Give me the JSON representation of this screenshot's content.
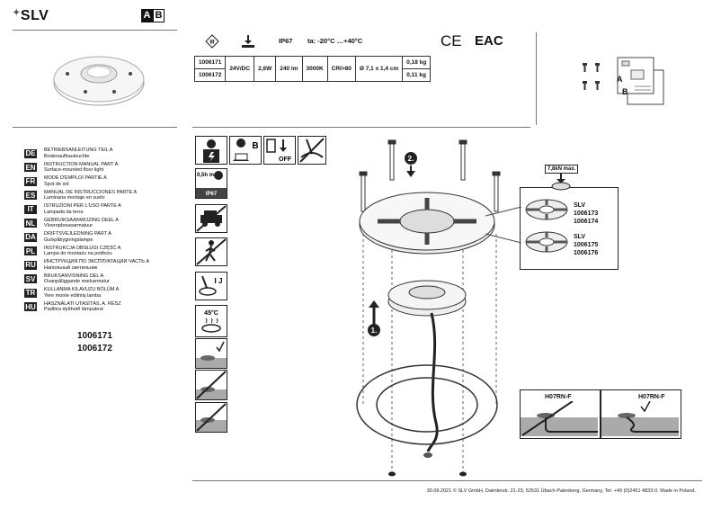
{
  "brand": {
    "name": "SLV",
    "part_a": "A",
    "part_b": "B"
  },
  "header": {
    "ip": "IP67",
    "ta": "ta: -20°C …+40°C",
    "ce": "CE",
    "eac": "EAC",
    "class_mark": "III"
  },
  "spec_table": {
    "rows": [
      {
        "code": "1006171",
        "weight": "0,18 kg"
      },
      {
        "code": "1006172",
        "weight": "0,11 kg"
      }
    ],
    "voltage": "24V/DC",
    "power": "2,6W",
    "flux": "240 lm",
    "cct": "3000K",
    "cri": "CRI>80",
    "dims": "Ø 7,1 x 1,4 cm"
  },
  "manual_ref": {
    "a": "A",
    "b": "B"
  },
  "languages": [
    {
      "code": "DE",
      "l1": "BETRIEBSANLEITUNG TEIL A",
      "l2": "Bodenaufbauleuchte"
    },
    {
      "code": "EN",
      "l1": "INSTRUCTION MANUAL PART A",
      "l2": "Surface-mounted floor light"
    },
    {
      "code": "FR",
      "l1": "MODE D'EMPLOI PARTIE A",
      "l2": "Spot de sol"
    },
    {
      "code": "ES",
      "l1": "MANUAL DE INSTRUCCIONES PARTE A",
      "l2": "Luminaria montaje en suelo"
    },
    {
      "code": "IT",
      "l1": "ISTRUZIONI PER L'USO PARTE A",
      "l2": "Lampada da terra"
    },
    {
      "code": "NL",
      "l1": "GEBRUIKSAANWIJZING DEEL A",
      "l2": "Vloeropbouwarmatuur"
    },
    {
      "code": "DA",
      "l1": "DRIFTSVEJLEDNING PART A",
      "l2": "Gulvpåbygningslampe"
    },
    {
      "code": "PL",
      "l1": "INSTRUKCJA OBSŁUGI CZĘŚĆ A",
      "l2": "Lampa do montażu na podłożu"
    },
    {
      "code": "RU",
      "l1": "ИНСТРУКЦИЯ ПО ЭКСПЛУАТАЦИИ ЧАСТЬ А",
      "l2": "Напольный светильник"
    },
    {
      "code": "SV",
      "l1": "BRUKSANVISNING DEL A",
      "l2": "Ovanpåliggande markarmatur"
    },
    {
      "code": "TR",
      "l1": "KULLANMA KILAVUZU BÖLÜM A",
      "l2": "Yere monte edilmiş lamba"
    },
    {
      "code": "HU",
      "l1": "HASZNÁLATI UTASÍTÁS, A. RÉSZ",
      "l2": "Padlóra építhető lámpatest"
    }
  ],
  "products": [
    "1006171",
    "1006172"
  ],
  "safety": {
    "b_label": "B",
    "off_label": "OFF",
    "time_label": "0,5h max",
    "ip67_label": "IP67",
    "j_label": "I J",
    "temp_label": "45°C"
  },
  "assembly": {
    "step1": "1.",
    "step2": "2.",
    "load": "7,8kN max.",
    "slv1": "SLV",
    "code1a": "1006173",
    "code1b": "1006174",
    "slv2": "SLV",
    "code2a": "1006175",
    "code2b": "1006176",
    "cable_wrong": "H07RN-F",
    "cable_right": "H07RN-F"
  },
  "footer": "30.06.2021  © SLV GmbH, Daimlerstr. 21-23, 52531 Übach-Palenberg, Germany, Tel. +49 (0)2451 4833-0. Made in Poland."
}
